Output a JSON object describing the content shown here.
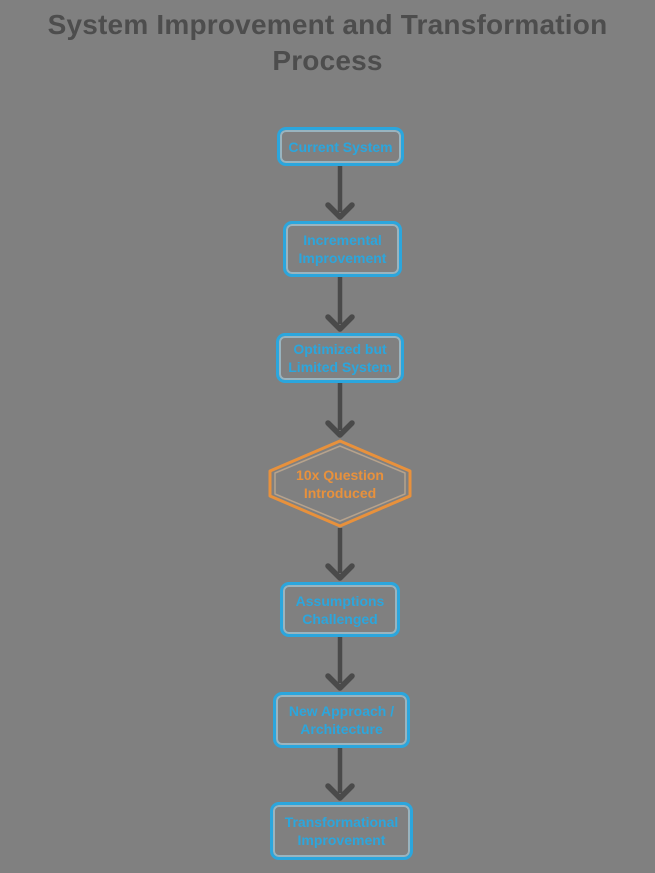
{
  "title": "System Improvement and Transformation Process",
  "colors": {
    "background": "#808080",
    "title": "#4d4d4d",
    "arrow": "#4a4a4a",
    "node_blue": "#2ba6dd",
    "node_orange": "#e8913c"
  },
  "nodes": [
    {
      "label": "Current System",
      "shape": "rounded-rect",
      "color": "blue"
    },
    {
      "label": "Incremental Improvement",
      "shape": "rounded-rect",
      "color": "blue"
    },
    {
      "label": "Optimized but Limited System",
      "shape": "rounded-rect",
      "color": "blue"
    },
    {
      "label": "10x Question Introduced",
      "shape": "hexagon",
      "color": "orange"
    },
    {
      "label": "Assumptions Challenged",
      "shape": "rounded-rect",
      "color": "blue"
    },
    {
      "label": "New Approach / Architecture",
      "shape": "rounded-rect",
      "color": "blue"
    },
    {
      "label": "Transformational Improvement",
      "shape": "rounded-rect",
      "color": "blue"
    }
  ],
  "edges": [
    {
      "from": "Current System",
      "to": "Incremental Improvement"
    },
    {
      "from": "Incremental Improvement",
      "to": "Optimized but Limited System"
    },
    {
      "from": "Optimized but Limited System",
      "to": "10x Question Introduced"
    },
    {
      "from": "10x Question Introduced",
      "to": "Assumptions Challenged"
    },
    {
      "from": "Assumptions Challenged",
      "to": "New Approach / Architecture"
    },
    {
      "from": "New Approach / Architecture",
      "to": "Transformational Improvement"
    }
  ]
}
